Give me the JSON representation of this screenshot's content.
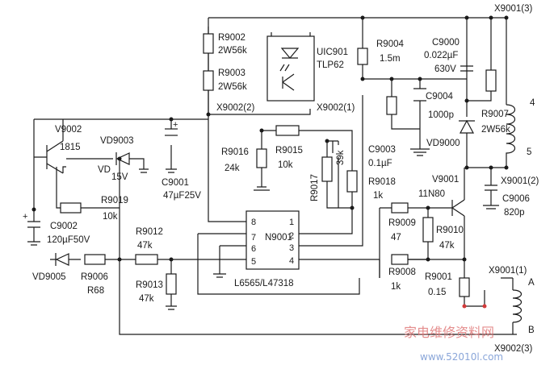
{
  "labels": {
    "r9002": "R9002",
    "r9002_val": "2W56k",
    "r9003": "R9003",
    "r9003_val": "2W56k",
    "uic901": "UIC901",
    "uic901_val": "TLP62",
    "x9002_2": "X9002(2)",
    "x9002_1": "X9002(1)",
    "r9004": "R9004",
    "r9004_val": "1.5m",
    "c9000": "C9000",
    "c9000_val1": "0.022µF",
    "c9000_val2": "630V",
    "x9001_3": "X9001(3)",
    "c9004": "C9004",
    "c9004_val": "1000p",
    "r9007": "R9007",
    "r9007_val": "2W56k",
    "vd9000": "VD9000",
    "coil_4": "4",
    "coil_5": "5",
    "x9001_2": "X9001(2)",
    "c9006": "C9006",
    "c9006_val": "820p",
    "v9002": "V9002",
    "v9002_val": "1815",
    "vd9003": "VD9003",
    "vd": "VD",
    "vd_val": "15V",
    "c9001": "C9001",
    "c9001_val": "47µF25V",
    "r9016": "R9016",
    "r9016_val": "24k",
    "r9015": "R9015",
    "r9015_val": "10k",
    "r9017": "R9017",
    "r9017_val": "39k",
    "c9003": "C9003",
    "c9003_val": "0.1µF",
    "r9018": "R9018",
    "r9018_val": "1k",
    "v9001": "V9001",
    "v9001_val": "11N80",
    "r9019": "R9019",
    "r9019_val": "10k",
    "c9002": "C9002",
    "c9002_val": "120µF50V",
    "r9009": "R9009",
    "r9009_val": "47",
    "r9010": "R9010",
    "r9010_val": "47k",
    "r9012": "R9012",
    "r9012_val": "47k",
    "vd9005": "VD9005",
    "r9006": "R9006",
    "r9006_val": "R68",
    "r9013": "R9013",
    "r9013_val": "47k",
    "n9001": "N9001",
    "ic_part": "L6565/L47318",
    "r9008": "R9008",
    "r9008_val": "1k",
    "r9001": "R9001",
    "r9001_val": "0.15",
    "x9001_1": "X9001(1)",
    "coil_a": "A",
    "coil_b": "B",
    "x9002_3": "X9002(3)"
  },
  "ic_pins": {
    "p1": "1",
    "p2": "2",
    "p3": "3",
    "p4": "4",
    "p5": "5",
    "p6": "6",
    "p7": "7",
    "p8": "8"
  },
  "watermark": {
    "text": "家电维修资料网",
    "url": "www.52010l.com"
  }
}
